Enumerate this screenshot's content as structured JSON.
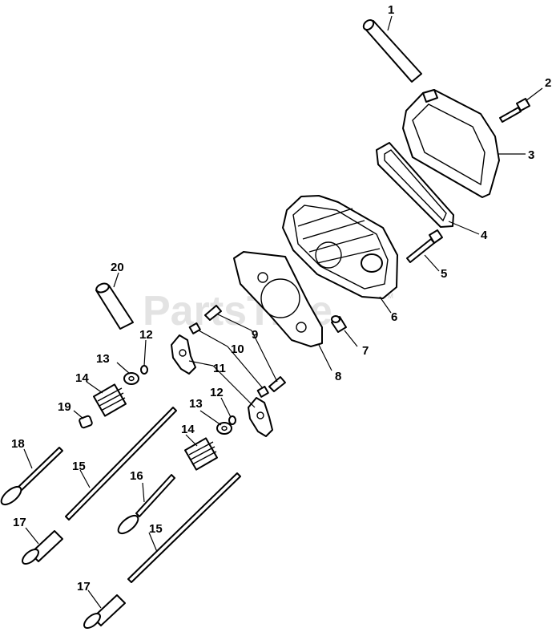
{
  "watermark": {
    "text": "PartsTree",
    "trademark": "TM"
  },
  "callouts": {
    "c1": "1",
    "c2": "2",
    "c3": "3",
    "c4": "4",
    "c5": "5",
    "c6": "6",
    "c7": "7",
    "c8": "8",
    "c9": "9",
    "c10": "10",
    "c11": "11",
    "c12a": "12",
    "c12b": "12",
    "c13a": "13",
    "c13b": "13",
    "c14a": "14",
    "c14b": "14",
    "c15a": "15",
    "c15b": "15",
    "c16": "16",
    "c17a": "17",
    "c17b": "17",
    "c18": "18",
    "c19": "19",
    "c20": "20"
  }
}
